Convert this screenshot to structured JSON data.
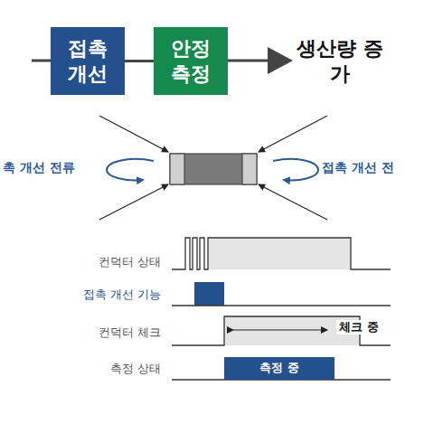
{
  "diagram": {
    "nodes": [
      {
        "text": [
          "접촉 개선"
        ]
      },
      {
        "text": [
          "안정 측정"
        ]
      },
      {
        "text": [
          "측정 중"
        ]
      }
    ],
    "edges": [
      {
        "from": 0,
        "to": 1,
        "arrow": "none"
      }
    ],
    "labels": [
      "생산량 증가",
      "촉 개선 전류",
      "접촉 개선 전",
      "컨덕터 상태",
      "접촉 개선 기능",
      "컨덕터 체크",
      "체크 중",
      "측정 상태"
    ]
  }
}
